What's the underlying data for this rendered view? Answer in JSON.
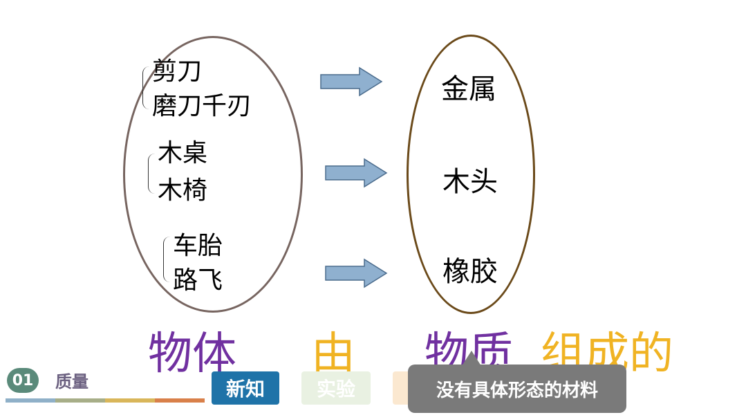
{
  "groups": [
    {
      "items": [
        "剪刀",
        "磨刀千刃"
      ],
      "material": "金属"
    },
    {
      "items": [
        "木桌",
        "木椅"
      ],
      "material": "木头"
    },
    {
      "items": [
        "车胎",
        "路飞"
      ],
      "material": "橡胶"
    }
  ],
  "sentence": {
    "part1": "物体",
    "part2": "由",
    "part3": "物质",
    "part4": "组成的"
  },
  "tooltip": "没有具体形态的材料",
  "footer": {
    "number": "01",
    "section_title": "质量",
    "tabs": [
      "新知",
      "实验",
      ""
    ]
  },
  "colors": {
    "purple": "#7030a0",
    "gold": "#f0b323",
    "arrow_fill": "#8fb0cf",
    "left_ellipse": "#776560",
    "right_ellipse": "#6b4a1a",
    "tab_active": "#1f73a8",
    "tooltip_bg": "#7a7a7a"
  }
}
